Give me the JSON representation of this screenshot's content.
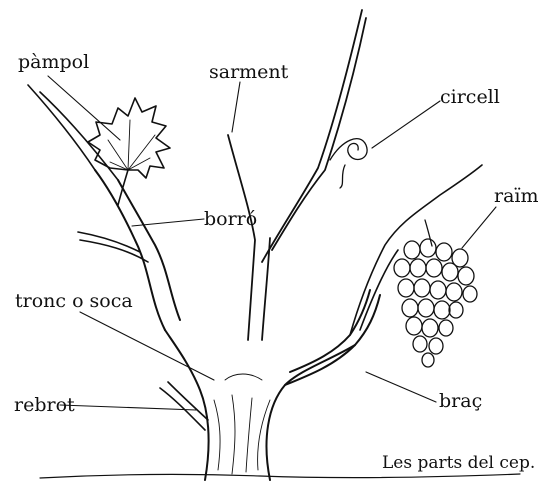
{
  "labels": {
    "pampol": "pàmpol",
    "sarment": "sarment",
    "circell": "circell",
    "raim": "raïm",
    "borro": "borró",
    "tronc": "tronc o soca",
    "rebrot": "rebrot",
    "brac": "braç"
  },
  "caption": "Les parts del cep."
}
